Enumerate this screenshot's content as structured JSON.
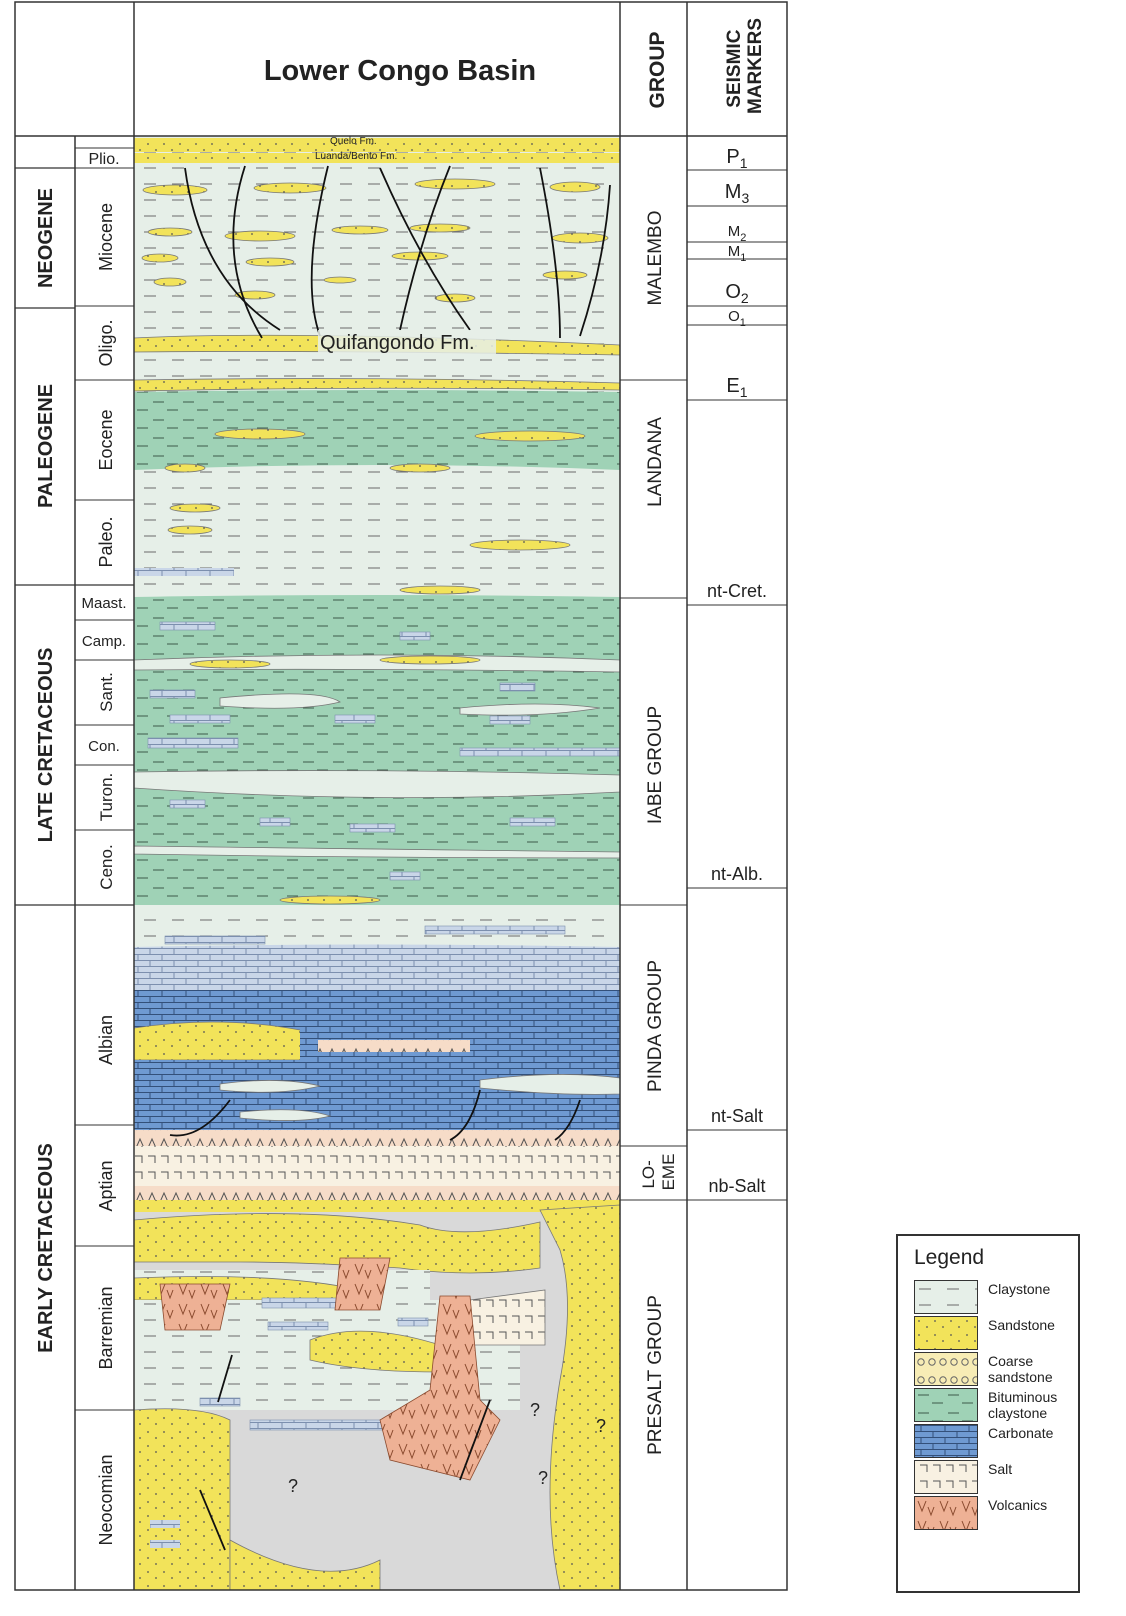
{
  "title": "Lower Congo Basin",
  "headers": {
    "group": "GROUP",
    "seismic": "SEISMIC MARKERS"
  },
  "periods": [
    {
      "label": "NEOGENE"
    },
    {
      "label": "PALEOGENE"
    },
    {
      "label": "LATE CRETACEOUS"
    },
    {
      "label": "EARLY CRETACEOUS"
    }
  ],
  "epochs": [
    "Plio.",
    "Miocene",
    "Oligo.",
    "Eocene",
    "Paleo.",
    "Maast.",
    "Camp.",
    "Sant.",
    "Con.",
    "Turon.",
    "Ceno.",
    "Albian",
    "Aptian",
    "Barremian",
    "Neocomian"
  ],
  "formations": {
    "quelo": "Quelo Fm.",
    "luanda": "Luanda/Bento Fm.",
    "quifangondo": "Quifangondo Fm."
  },
  "groups": [
    "MALEMBO",
    "LANDANA",
    "IABE GROUP",
    "PINDA GROUP",
    "LO-EME",
    "PRESALT GROUP"
  ],
  "markers": [
    {
      "base": "P",
      "sub": "1"
    },
    {
      "base": "M",
      "sub": "3"
    },
    {
      "base": "M",
      "sub": "2"
    },
    {
      "base": "M",
      "sub": "1"
    },
    {
      "base": "O",
      "sub": "2"
    },
    {
      "base": "O",
      "sub": "1"
    },
    {
      "base": "E",
      "sub": "1"
    },
    {
      "base": "nt-Cret.",
      "sub": ""
    },
    {
      "base": "nt-Alb.",
      "sub": ""
    },
    {
      "base": "nt-Salt",
      "sub": ""
    },
    {
      "base": "nb-Salt",
      "sub": ""
    }
  ],
  "question_marks": [
    "?",
    "?",
    "?",
    "?"
  ],
  "legend": {
    "title": "Legend",
    "items": [
      {
        "key": "claystone",
        "label": "Claystone",
        "color": "#e6efe8"
      },
      {
        "key": "sandstone",
        "label": "Sandstone",
        "color": "#f2e35a"
      },
      {
        "key": "coarse",
        "label": "Coarse sandstone",
        "color": "#f7ecb5"
      },
      {
        "key": "bituminous",
        "label": "Bituminous claystone",
        "color": "#9fd2b6"
      },
      {
        "key": "carbonate",
        "label": "Carbonate",
        "color": "#6f9ad2"
      },
      {
        "key": "salt",
        "label": "Salt",
        "color": "#f8f1e2"
      },
      {
        "key": "volcanics",
        "label": "Volcanics",
        "color": "#eeb195"
      }
    ]
  },
  "colors": {
    "claystone": "#e6efe8",
    "sandstone": "#f2e35a",
    "bituminous": "#9fd2b6",
    "carbonate": "#6f9ad2",
    "carb_light": "#c9d6e8",
    "salt": "#f8f1e2",
    "volcanics": "#eeb195",
    "presalt_grey": "#d9d9d9",
    "anhydrite": "#f6dcc8"
  }
}
